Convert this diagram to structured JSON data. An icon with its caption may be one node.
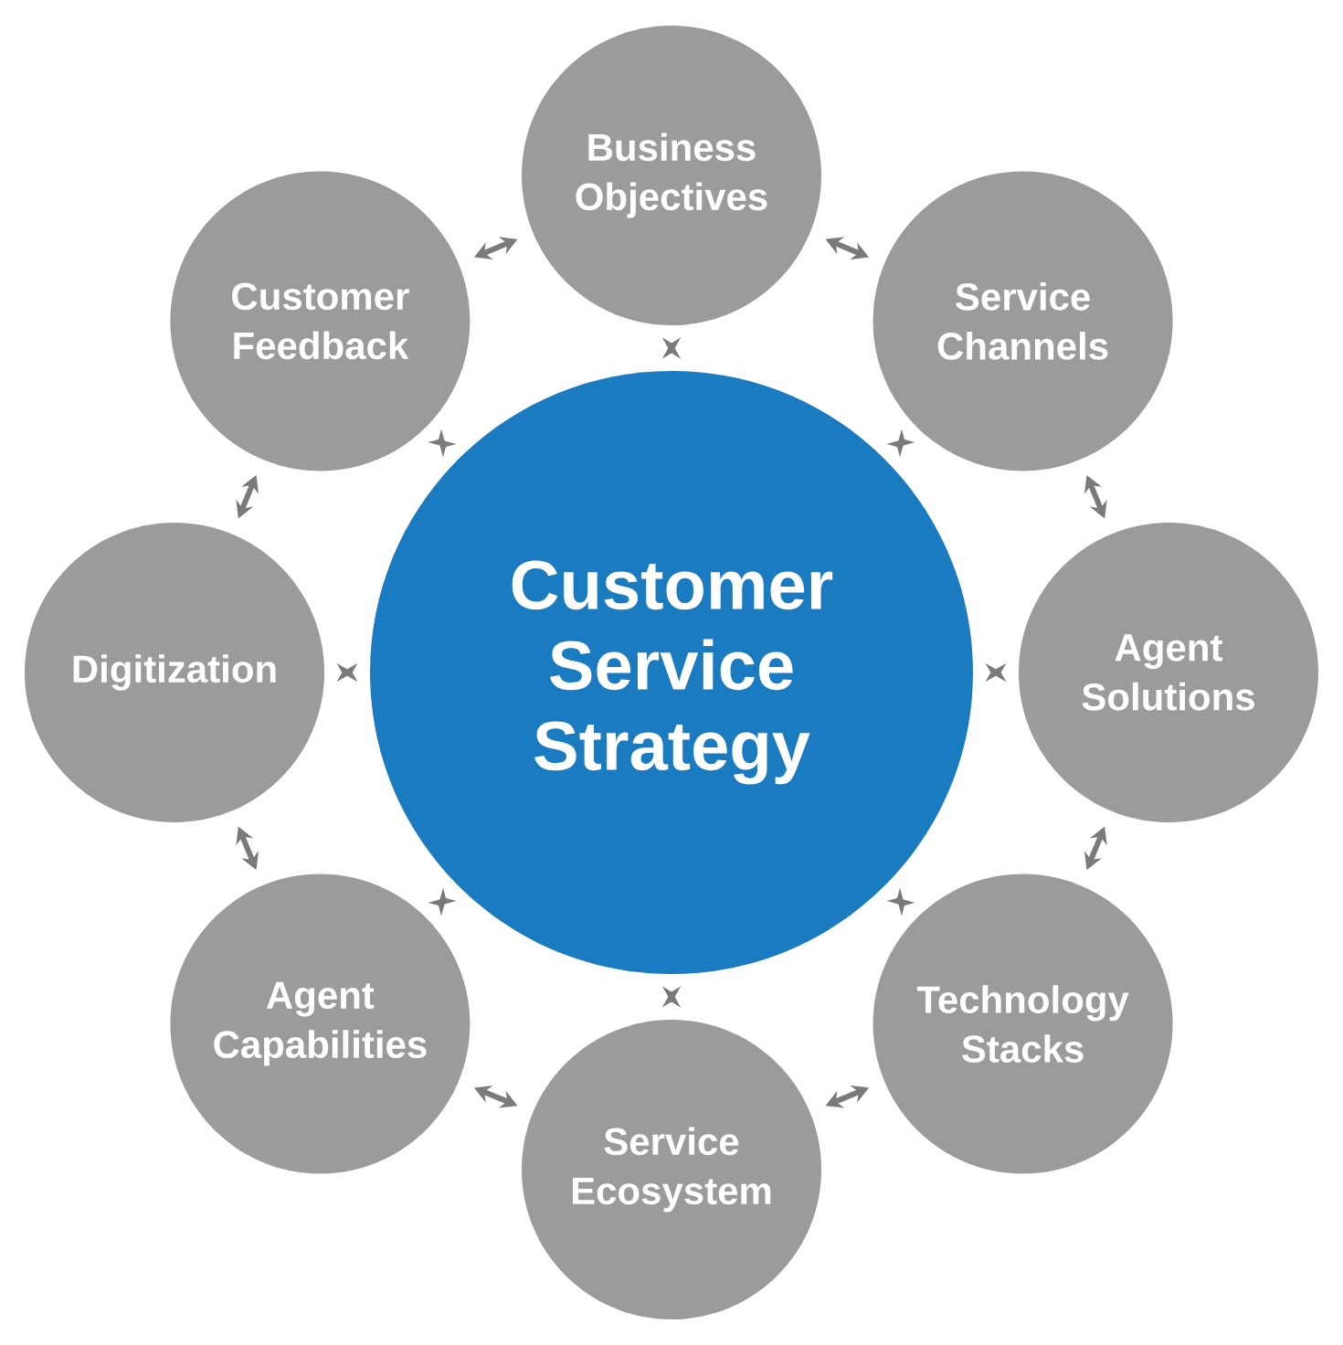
{
  "diagram": {
    "nodes": [
      {
        "text": [
          "Customer Service Strategy"
        ]
      },
      {
        "text": [
          "Business Objectives"
        ]
      },
      {
        "text": [
          "Service Channels"
        ]
      },
      {
        "text": [
          "Agent Solutions"
        ]
      },
      {
        "text": [
          "Technology Stacks"
        ]
      },
      {
        "text": [
          "Service Ecosystem"
        ]
      },
      {
        "text": [
          "Agent Capabilities"
        ]
      },
      {
        "text": [
          "Digitization"
        ]
      },
      {
        "text": [
          "Customer Feedback"
        ]
      }
    ],
    "edges": [
      {
        "from": 0,
        "to": 1,
        "arrow": "both"
      },
      {
        "from": 0,
        "to": 2,
        "arrow": "both"
      },
      {
        "from": 0,
        "to": 3,
        "arrow": "both"
      },
      {
        "from": 0,
        "to": 4,
        "arrow": "both"
      },
      {
        "from": 0,
        "to": 5,
        "arrow": "both"
      },
      {
        "from": 0,
        "to": 6,
        "arrow": "both"
      },
      {
        "from": 0,
        "to": 7,
        "arrow": "both"
      },
      {
        "from": 0,
        "to": 8,
        "arrow": "both"
      },
      {
        "from": 1,
        "to": 2,
        "arrow": "both"
      },
      {
        "from": 2,
        "to": 3,
        "arrow": "both"
      },
      {
        "from": 3,
        "to": 4,
        "arrow": "both"
      },
      {
        "from": 4,
        "to": 5,
        "arrow": "both"
      },
      {
        "from": 5,
        "to": 6,
        "arrow": "both"
      },
      {
        "from": 6,
        "to": 7,
        "arrow": "both"
      },
      {
        "from": 7,
        "to": 8,
        "arrow": "both"
      },
      {
        "from": 8,
        "to": 1,
        "arrow": "both"
      }
    ]
  }
}
